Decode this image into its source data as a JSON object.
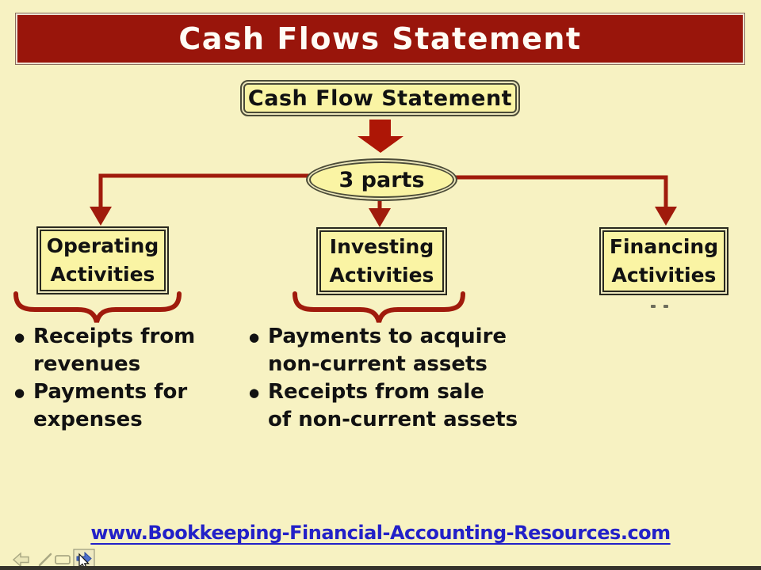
{
  "slide": {
    "title": "Cash Flows Statement",
    "root_label": "Cash Flow Statement",
    "parts_label": "3 parts",
    "boxes": [
      {
        "line1": "Operating",
        "line2": "Activities"
      },
      {
        "line1": "Investing",
        "line2": "Activities"
      },
      {
        "line1": "Financing",
        "line2": "Activities"
      }
    ],
    "bullets": {
      "operating": [
        {
          "line1": "Receipts from",
          "line2": "revenues"
        },
        {
          "line1": "Payments for",
          "line2": "expenses"
        }
      ],
      "investing": [
        {
          "line1": "Payments to acquire",
          "line2": "non-current assets"
        },
        {
          "line1": "Receipts from sale",
          "line2": "of non-current assets"
        }
      ]
    }
  },
  "footer": {
    "url": "www.Bookkeeping-Financial-Accounting-Resources.com"
  },
  "controls": {
    "icons": [
      "previous-slide",
      "pen-tool",
      "slide-menu",
      "next-slide"
    ]
  },
  "theme": {
    "bg": "#F7F2C2",
    "banner_red": "#99150B",
    "banner_border": "#ECE1D2",
    "banner_text": "#FFFCF5",
    "box_fill": "#FAF4A4",
    "box_border": "#2A2A20",
    "node_border": "#4B4B38",
    "line_red": "#A01B0C",
    "arrow_red": "#AD1606",
    "text_black": "#121212",
    "url_blue": "#2321C8",
    "bottom_bar": "#35332C",
    "control_gray": "#90906F",
    "control_blue": "#4D6FCC"
  }
}
